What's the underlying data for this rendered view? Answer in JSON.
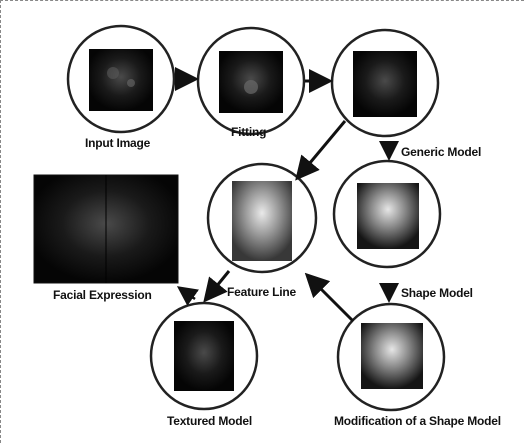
{
  "labels": {
    "input_image": "Input Image",
    "fitting": "Fitting",
    "generic_model": "Generic Model",
    "feature_line": "Feature Line",
    "facial_expression": "Facial Expression",
    "shape_model": "Shape Model",
    "textured_model": "Textured Model",
    "modification": "Modification of a Shape Model"
  },
  "colors": {
    "ink": "#111111",
    "circle_stroke": "#222222",
    "image_bg": "#0b0b0b"
  }
}
